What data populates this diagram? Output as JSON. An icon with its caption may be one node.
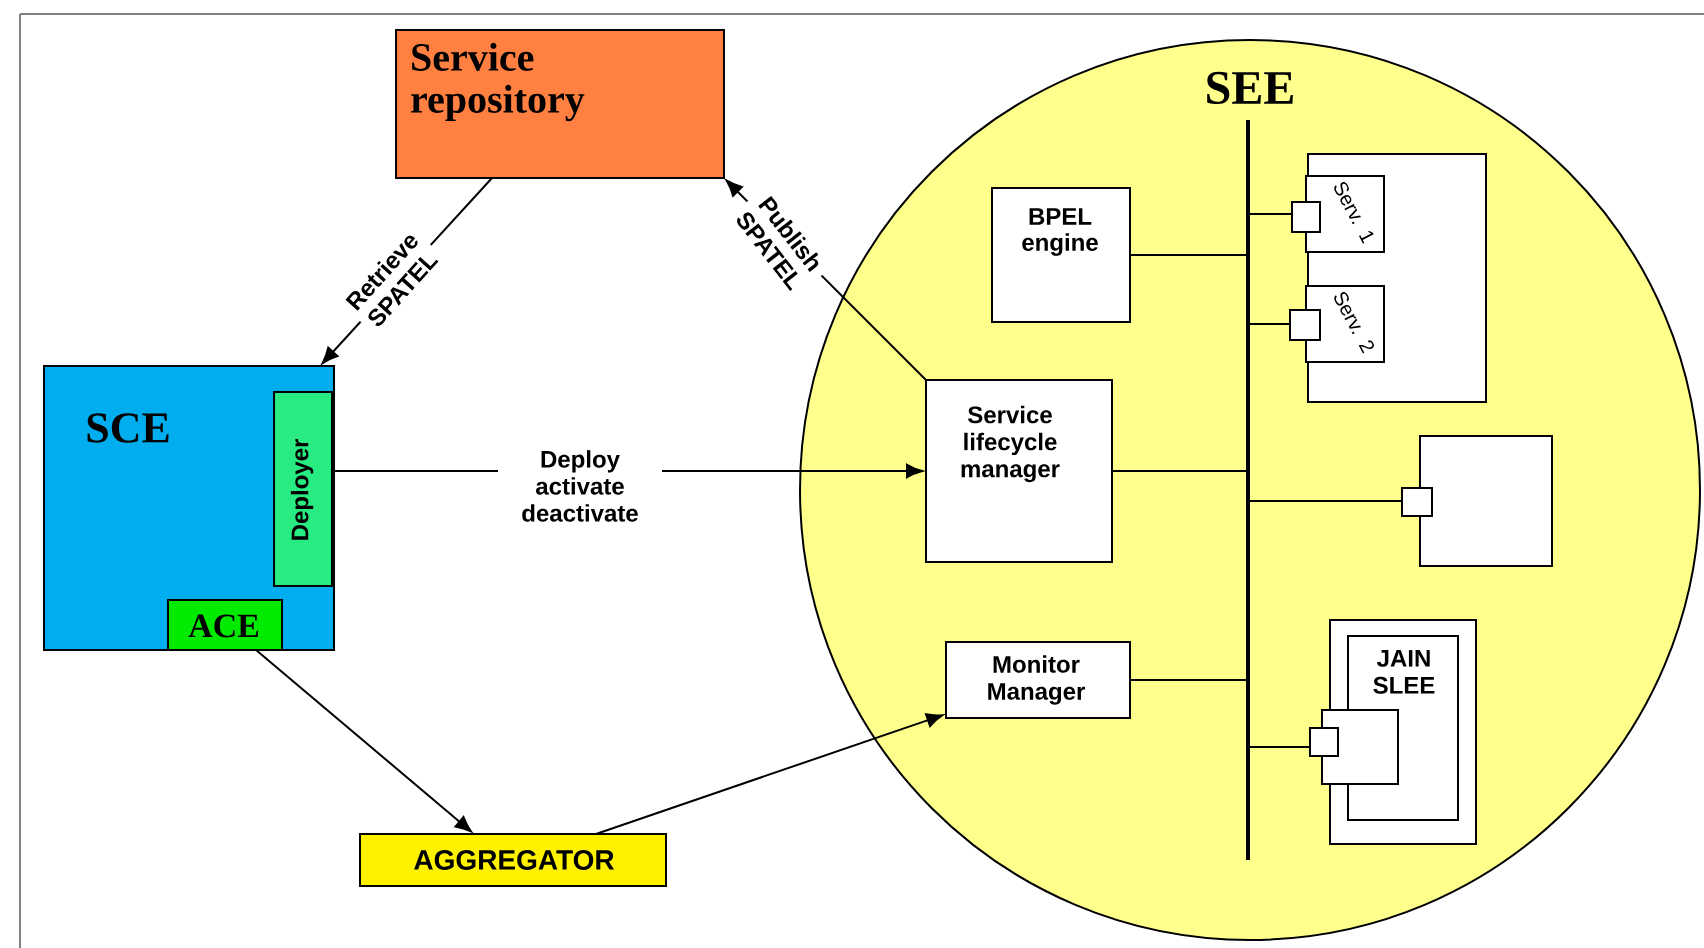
{
  "diagram": {
    "nodes": [
      {
        "text": [
          "Service repository"
        ]
      },
      {
        "text": [
          "SCE"
        ]
      },
      {
        "text": [
          "Deployer"
        ],
        "in": 1
      },
      {
        "text": [
          "ACE"
        ],
        "in": 1
      },
      {
        "text": [
          "AGGREGATOR"
        ]
      },
      {
        "text": [
          "SEE"
        ]
      },
      {
        "text": [
          "BPEL engine"
        ],
        "in": 5
      },
      {
        "text": [],
        "shape": "box",
        "in": 5
      },
      {
        "text": [
          "Serv. 1"
        ],
        "in": 7
      },
      {
        "text": [
          "Serv. 2"
        ],
        "in": 7
      },
      {
        "text": [
          "Service lifecycle manager"
        ],
        "in": 5
      },
      {
        "text": [],
        "shape": "box",
        "in": 5
      },
      {
        "text": [
          "Monitor Manager"
        ],
        "in": 5
      },
      {
        "text": [],
        "shape": "box",
        "in": 5
      },
      {
        "text": [
          "JAIN SLEE"
        ],
        "in": 13
      },
      {
        "text": [],
        "shape": "box",
        "in": 13
      },
      {
        "text": [],
        "shape": "bar",
        "in": 5
      }
    ],
    "edges": [
      {
        "from": 0,
        "to": 1,
        "arrow": "to",
        "label": "Retrieve SPATEL"
      },
      {
        "from": 10,
        "to": 0,
        "arrow": "to",
        "label": "Publish SPATEL"
      },
      {
        "from": 2,
        "to": 10,
        "arrow": "to",
        "label": "Deploy activate deactivate"
      },
      {
        "from": 3,
        "to": 4,
        "arrow": "to"
      },
      {
        "from": 4,
        "to": 12,
        "arrow": "to"
      },
      {
        "from": 16,
        "to": 6,
        "arrow": "none"
      },
      {
        "from": 16,
        "to": 8,
        "arrow": "none"
      },
      {
        "from": 16,
        "to": 9,
        "arrow": "none"
      },
      {
        "from": 16,
        "to": 10,
        "arrow": "none"
      },
      {
        "from": 16,
        "to": 11,
        "arrow": "none"
      },
      {
        "from": 16,
        "to": 12,
        "arrow": "none"
      },
      {
        "from": 16,
        "to": 15,
        "arrow": "none"
      }
    ]
  }
}
